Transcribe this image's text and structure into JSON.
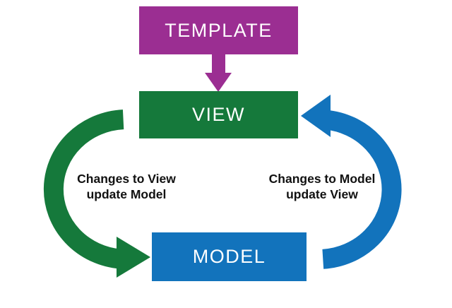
{
  "canvas": {
    "background": "#FFFFFF"
  },
  "nodes": {
    "template": {
      "label": "TEMPLATE",
      "color": "#9B2E92"
    },
    "view": {
      "label": "VIEW",
      "color": "#15793B"
    },
    "model": {
      "label": "MODEL",
      "color": "#1273BC"
    }
  },
  "edges": {
    "template_to_view": {
      "color": "#9B2E92"
    },
    "view_to_model": {
      "label": "Changes to View\nupdate Model",
      "color": "#15793B"
    },
    "model_to_view": {
      "label": "Changes to Model\nupdate View",
      "color": "#1273BC"
    }
  },
  "edge_label_text_color": "#111111",
  "node_label_text_color": "#FFFFFF"
}
